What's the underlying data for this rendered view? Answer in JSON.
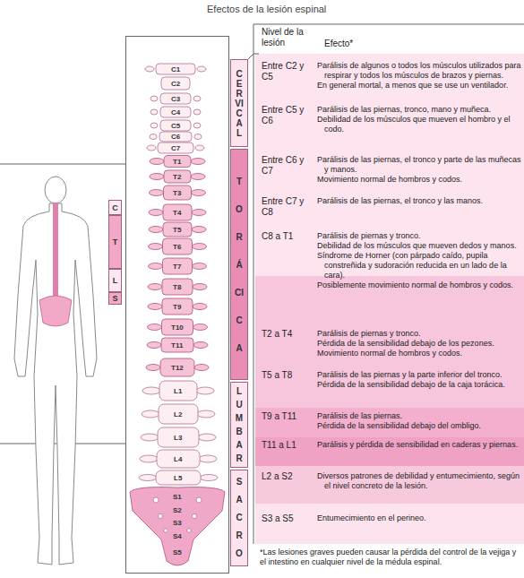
{
  "diagram": {
    "title": "Efectos de la lesión espinal",
    "nodes": [
      {
        "text": [
          "C"
        ]
      },
      {
        "text": [
          "T"
        ]
      },
      {
        "text": [
          "L"
        ]
      },
      {
        "text": [
          "S"
        ]
      },
      {
        "text": [
          "CERVICAL"
        ]
      },
      {
        "text": [
          "TORÁCICA"
        ]
      },
      {
        "text": [
          "LUMBAR"
        ]
      },
      {
        "text": [
          "SACRO"
        ]
      }
    ],
    "labels": [
      "Nivel de la lesión",
      "Efecto*",
      "Entre C2 y C5",
      "Parálisis de algunos o todos los músculos utilizados para respirar y todos los músculos de brazos y piernas.",
      "En general mortal, a menos que se use un ventilador.",
      "Entre C5 y C6",
      "Parálisis de las piernas, tronco, mano y muñeca.",
      "Debilidad de los músculos que mueven el hombro y el codo.",
      "Entre C6 y C7",
      "Parálisis de las piernas, el tronco y parte de las muñecas y manos.",
      "Movimiento normal de hombros y codos.",
      "Entre C7 y C8",
      "Parálisis de las piernas, el tronco y las manos.",
      "C8 a T1",
      "Parálisis de piernas y tronco.",
      "Debilidad de los músculos que mueven dedos y manos.",
      "Síndrome de Horner (con párpado caído, pupila constreñida y sudoración reducida en un lado de la cara).",
      "Posiblemente movimiento normal de hombros y codos.",
      "T2 a T4",
      "Parálisis de piernas y tronco.",
      "Pérdida de la sensibilidad debajo de los pezones.",
      "Movimiento normal de hombros y codos.",
      "T5 a T8",
      "Parálisis de las piernas y la parte inferior del tronco.",
      "Pérdida de la sensibilidad debajo de la caja torácica.",
      "T9 a T11",
      "Parálisis de las piernas.",
      "Pérdida de la sensibilidad debajo del ombligo.",
      "T11 a L1",
      "Parálisis y pérdida de sensibilidad en caderas y piernas.",
      "L2 a S2",
      "Diversos patrones de debilidad y entumecimiento, según el nivel concreto de la lesión.",
      "S3 a S5",
      "Entumecimiento en el perineo.",
      "*Las lesiones graves pueden causar la pérdida del control de la vejiga y el intestino en cualquier nivel de la médula espinal.",
      "C1",
      "C2",
      "C3",
      "C4",
      "C5",
      "C6",
      "C7",
      "T1",
      "T2",
      "T3",
      "T4",
      "T5",
      "T6",
      "T7",
      "T8",
      "T9",
      "T10",
      "T11",
      "T12",
      "L1",
      "L2",
      "L3",
      "L4",
      "L5",
      "S1",
      "S2",
      "S3",
      "S4",
      "S5"
    ]
  }
}
